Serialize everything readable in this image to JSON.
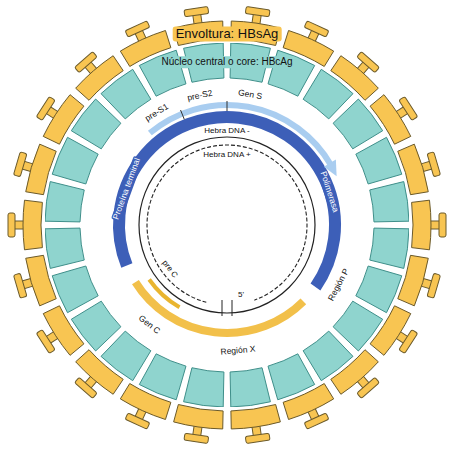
{
  "diagram": {
    "nodes": [
      {
        "text": [
          "Envoltura: HBsAg"
        ]
      },
      {
        "text": [
          "Núcleo central o core: HBcAg"
        ],
        "in": 0
      }
    ],
    "labels": [
      "pre-S1",
      "pre-S2",
      "Gen S",
      "Hebra DNA -",
      "Hebra DNA +",
      "Proteína terminal",
      "Polimerasa",
      "Región P",
      "pre C",
      "Gen C",
      "Región X",
      "5'"
    ]
  }
}
